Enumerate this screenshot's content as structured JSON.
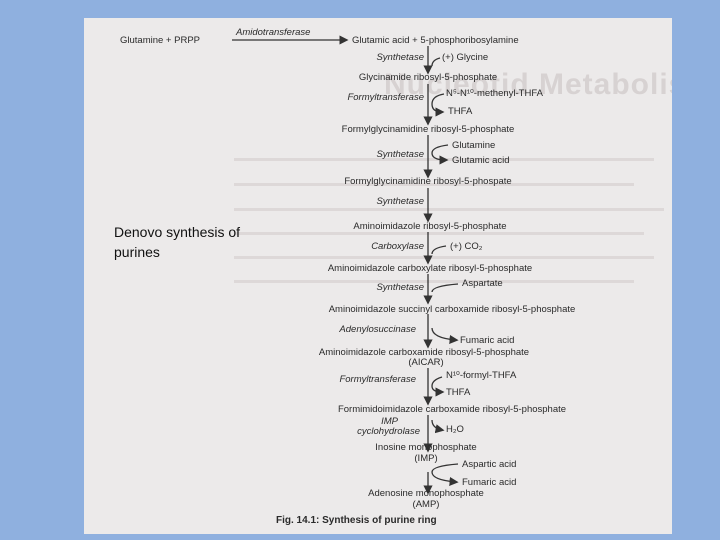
{
  "slide": {
    "caption": "Denovo synthesis of\npurines"
  },
  "figure": {
    "watermark": "Nucleotid Metabolism",
    "title": "Fig. 14.1: Synthesis of purine ring",
    "step0": {
      "substrate": "Glutamine + PRPP",
      "enzyme": "Amidotransferase",
      "product": "Glutamic acid + 5-phosphoribosylamine"
    },
    "step1": {
      "enzyme": "Synthetase",
      "cofactor": "(+) Glycine",
      "product": "Glycinamide ribosyl-5-phosphate"
    },
    "step2": {
      "enzyme": "Formyltransferase",
      "cofactor_in": "N⁵-N¹⁰-methenyl-THFA",
      "cofactor_out": "THFA",
      "product": "Formylglycinamidine ribosyl-5-phosphate"
    },
    "step3": {
      "enzyme": "Synthetase",
      "cofactor_in": "Glutamine",
      "cofactor_out": "Glutamic acid",
      "product": "Formylglycinamidine ribosyl-5-phospate"
    },
    "step4": {
      "enzyme": "Synthetase",
      "product": "Aminoimidazole ribosyl-5-phosphate"
    },
    "step5": {
      "enzyme": "Carboxylase",
      "cofactor": "(+) CO₂",
      "product": "Aminoimidazole carboxylate ribosyl-5-phosphate"
    },
    "step6": {
      "enzyme": "Synthetase",
      "cofactor": "Aspartate",
      "product": "Aminoimidazole succinyl carboxamide ribosyl-5-phosphate"
    },
    "step7": {
      "enzyme": "Adenylosuccinase",
      "cofactor": "Fumaric acid",
      "product": "Aminoimidazole carboxamide ribosyl-5-phosphate",
      "product_abbrev": "(AICAR)"
    },
    "step8": {
      "enzyme": "Formyltransferase",
      "cofactor_in": "N¹⁰-formyl-THFA",
      "cofactor_out": "THFA",
      "product": "Formimidoimidazole carboxamide ribosyl-5-phosphate"
    },
    "step9": {
      "enzyme_line1": "IMP",
      "enzyme_line2": "cyclohydrolase",
      "cofactor": "H₂O",
      "product": "Inosine monophosphate",
      "product_abbrev": "(IMP)"
    },
    "step10": {
      "cofactor_in": "Aspartic acid",
      "cofactor_out": "Fumaric acid",
      "product": "Adenosine monophosphate",
      "product_abbrev": "(AMP)"
    }
  }
}
